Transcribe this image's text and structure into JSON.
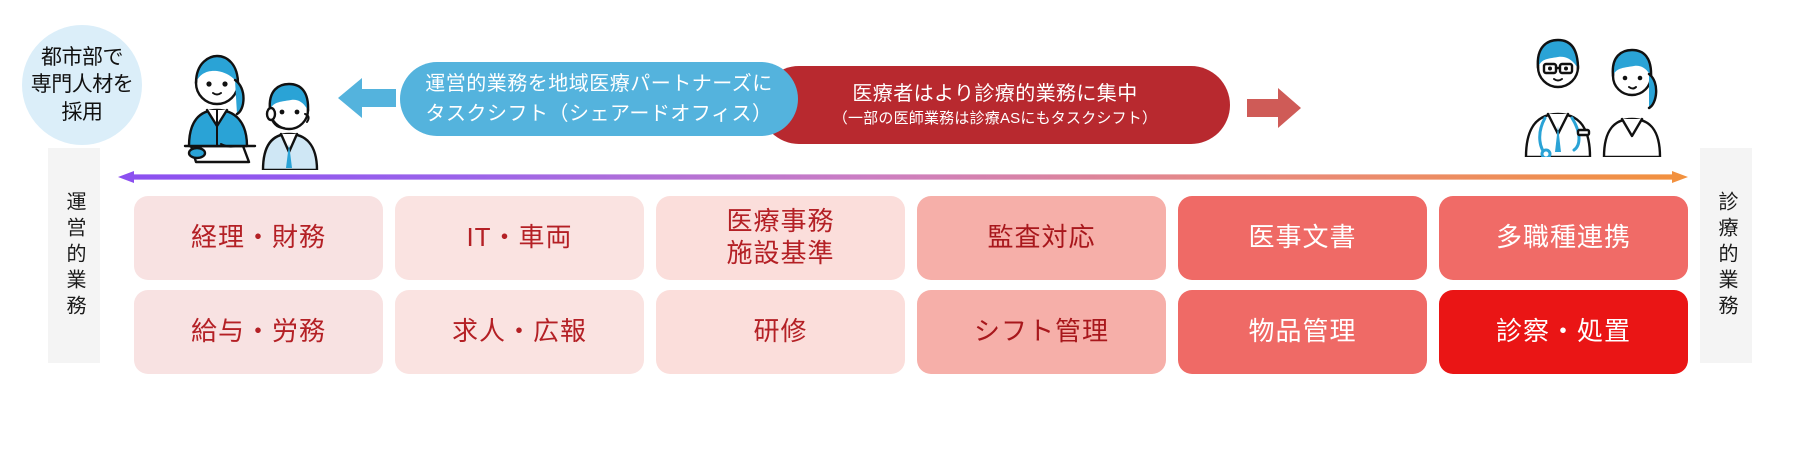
{
  "diagram": {
    "recruit_bubble": {
      "text": "都市部で\n専門人材を\n採用",
      "bg": "#dbeef9"
    },
    "callouts": [
      {
        "id": "blue",
        "line1": "運営的業務を地域医療パートナーズに",
        "line2": "タスクシフト（シェアードオフィス）",
        "bg": "#54b3dd",
        "arrow": "arrow-left"
      },
      {
        "id": "red",
        "line1": "医療者はより診療的業務に集中",
        "line2": "（一部の医師業務は診療ASにもタスクシフト）",
        "bg": "#b8292f",
        "arrow": "arrow-right"
      }
    ],
    "axis": {
      "left_label": "運営的業務",
      "right_label": "診療的業務",
      "gradient_from": "#8b4ff0",
      "gradient_to": "#f2913d"
    },
    "tasks": {
      "row1": [
        {
          "label": "経理・財務",
          "bg": "#f8e2e2",
          "fg": "#b42025"
        },
        {
          "label": "IT・車両",
          "bg": "#fae3e1",
          "fg": "#b42025"
        },
        {
          "label": "医療事務\n施設基準",
          "bg": "#fbdedb",
          "fg": "#b42025"
        },
        {
          "label": "監査対応",
          "bg": "#f6afa9",
          "fg": "#a8171c"
        },
        {
          "label": "医事文書",
          "bg": "#ef6a66",
          "fg": "#ffffff"
        },
        {
          "label": "多職種連携",
          "bg": "#f06b67",
          "fg": "#ffffff"
        }
      ],
      "row2": [
        {
          "label": "給与・労務",
          "bg": "#f8e2e2",
          "fg": "#b42025"
        },
        {
          "label": "求人・広報",
          "bg": "#fae3e1",
          "fg": "#b42025"
        },
        {
          "label": "研修",
          "bg": "#fbdedb",
          "fg": "#b42025"
        },
        {
          "label": "シフト管理",
          "bg": "#f6afa9",
          "fg": "#a8171c"
        },
        {
          "label": "物品管理",
          "bg": "#ef6a66",
          "fg": "#ffffff"
        },
        {
          "label": "診察・処置",
          "bg": "#ea1515",
          "fg": "#ffffff"
        }
      ]
    },
    "people": {
      "left_group": "office-staff-illustration",
      "right_group": "medical-staff-illustration"
    }
  }
}
